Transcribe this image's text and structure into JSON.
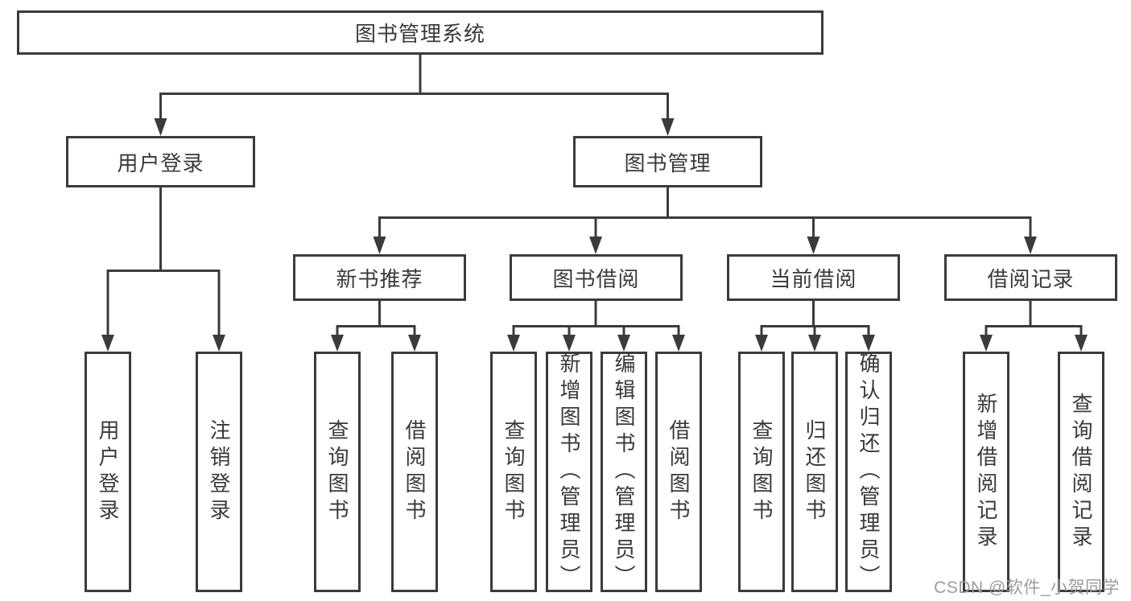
{
  "tree": {
    "root": "图书管理系统",
    "children": [
      {
        "label": "用户登录",
        "children": [
          {
            "label": "用户登录"
          },
          {
            "label": "注销登录"
          }
        ]
      },
      {
        "label": "图书管理",
        "children": [
          {
            "label": "新书推荐",
            "children": [
              {
                "label": "查询图书"
              },
              {
                "label": "借阅图书"
              }
            ]
          },
          {
            "label": "图书借阅",
            "children": [
              {
                "label": "查询图书"
              },
              {
                "label": "新增图书（管理员）"
              },
              {
                "label": "编辑图书（管理员）"
              },
              {
                "label": "借阅图书"
              }
            ]
          },
          {
            "label": "当前借阅",
            "children": [
              {
                "label": "查询图书"
              },
              {
                "label": "归还图书"
              },
              {
                "label": "确认归还（管理员）"
              }
            ]
          },
          {
            "label": "借阅记录",
            "children": [
              {
                "label": "新增借阅记录"
              },
              {
                "label": "查询借阅记录"
              }
            ]
          }
        ]
      }
    ]
  },
  "watermark": "CSDN @软件_小贺同学",
  "colors": {
    "line": "#3b3b3b",
    "text": "#3a3a3a",
    "watermark": "#9c9c9c",
    "background": "#ffffff"
  }
}
